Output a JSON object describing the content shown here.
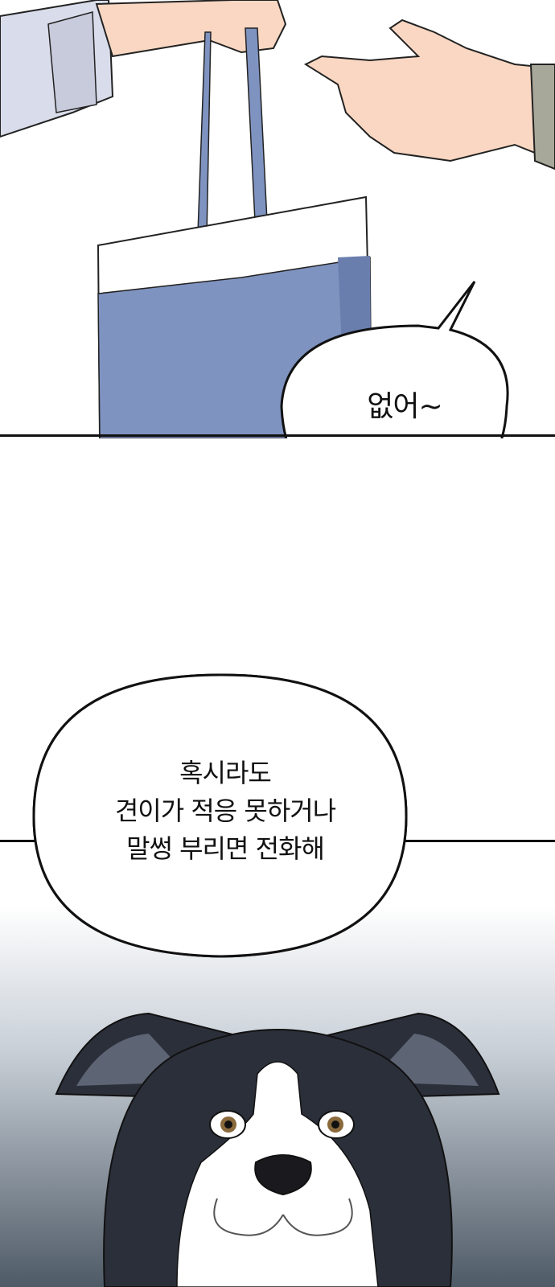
{
  "bubble_top": {
    "text": "없어~"
  },
  "bubble_bottom": {
    "lines": [
      "혹시라도",
      "견이가 적응 못하거나",
      "말썽 부리면 전화해"
    ]
  },
  "colors": {
    "bag_blue": "#7f93c1",
    "skin": "#f9d7c2",
    "sleeve": "#d9dcea",
    "dog_fur": "#2b2f3a",
    "background_wall": "#4e5a66"
  }
}
